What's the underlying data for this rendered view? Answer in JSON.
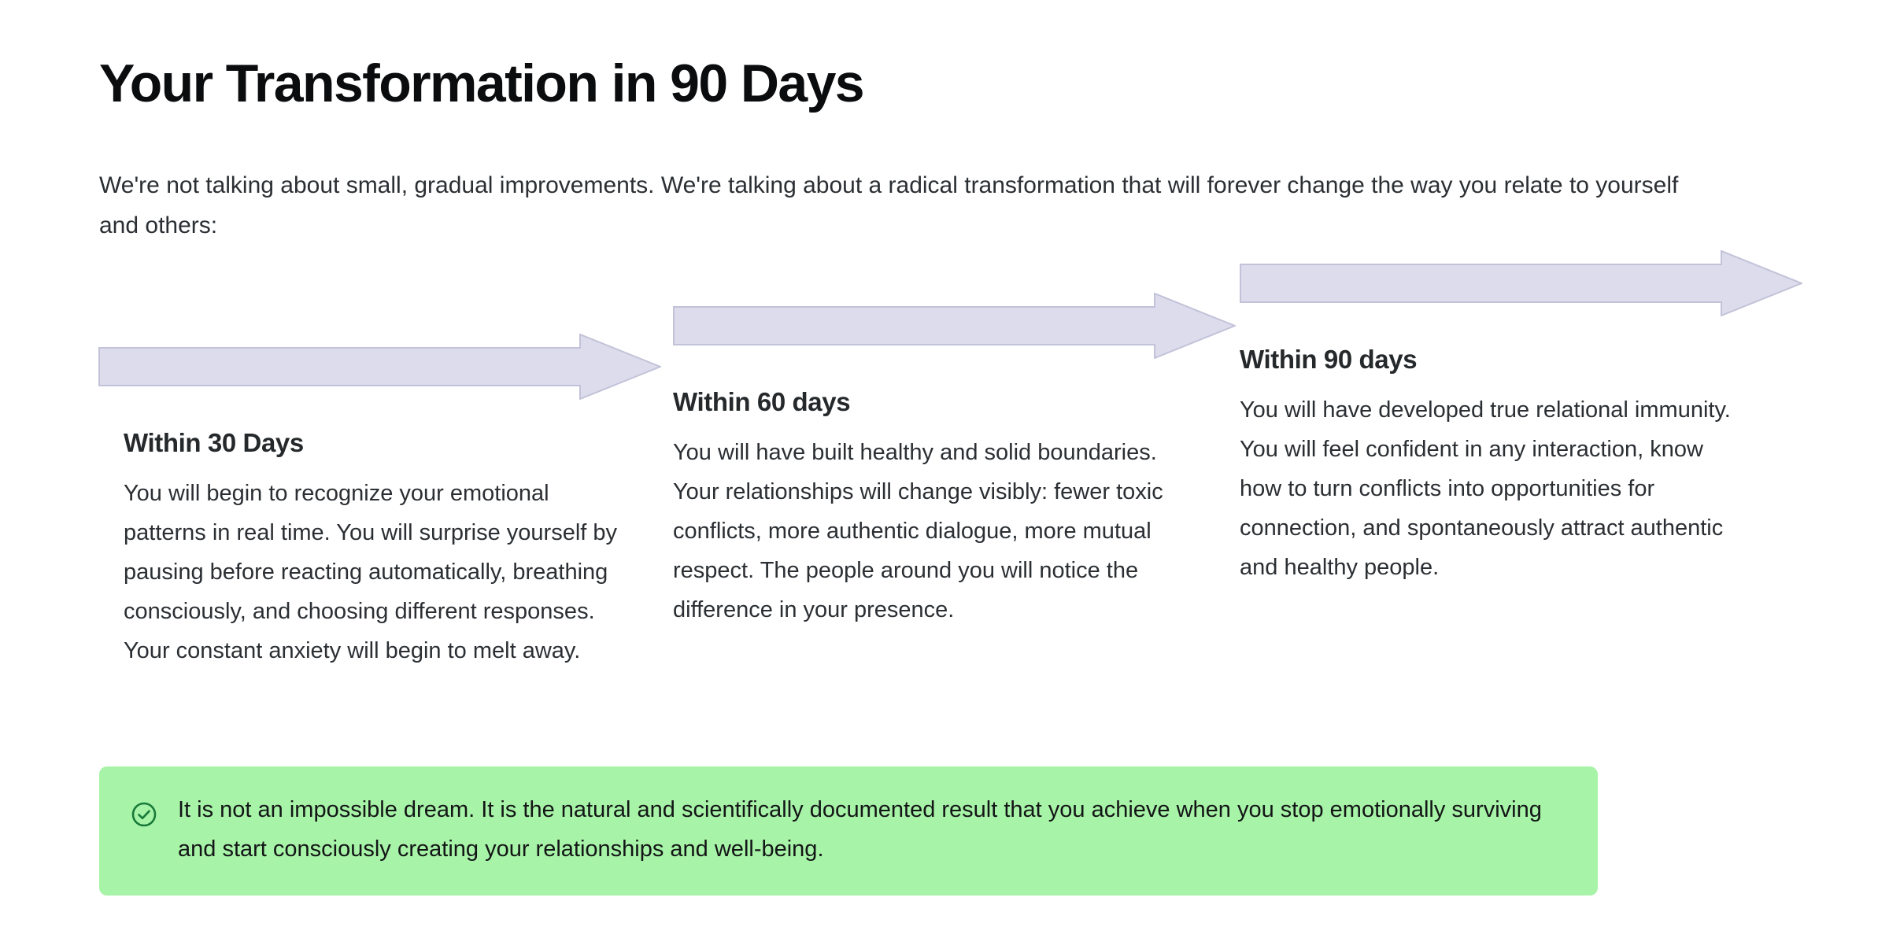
{
  "page": {
    "title": "Your Transformation in 90 Days",
    "intro": "We're not talking about small, gradual improvements. We're talking about a radical transformation that will forever change the way you relate to yourself and others:"
  },
  "colors": {
    "arrow_fill": "#dcdcec",
    "arrow_stroke": "#c2c2d9",
    "callout_bg": "#a7f3a7",
    "callout_icon": "#1a7a3a",
    "heading_text": "#26292b",
    "body_text": "#2b2f33",
    "title_text": "#0b0c0e"
  },
  "timeline": {
    "steps": [
      {
        "arrow_icon": "right-arrow-icon",
        "heading": "Within 30 Days",
        "body": "You will begin to recognize your emotional patterns in real time. You will surprise yourself by pausing before reacting automatically, breathing consciously, and choosing different responses. Your constant anxiety will begin to melt away."
      },
      {
        "arrow_icon": "right-arrow-icon",
        "heading": "Within 60 days",
        "body": "You will have built healthy and solid boundaries. Your relationships will change visibly: fewer toxic conflicts, more authentic dialogue, more mutual respect. The people around you will notice the difference in your presence."
      },
      {
        "arrow_icon": "right-arrow-icon",
        "heading": "Within 90 days",
        "body": "You will have developed true relational immunity. You will feel confident in any interaction, know how to turn conflicts into opportunities for connection, and spontaneously attract authentic and healthy people."
      }
    ]
  },
  "callout": {
    "icon": "check-circle-icon",
    "text": "It is not an impossible dream. It is the natural and scientifically documented result that you achieve when you stop emotionally surviving and start consciously creating your relationships and well-being."
  }
}
